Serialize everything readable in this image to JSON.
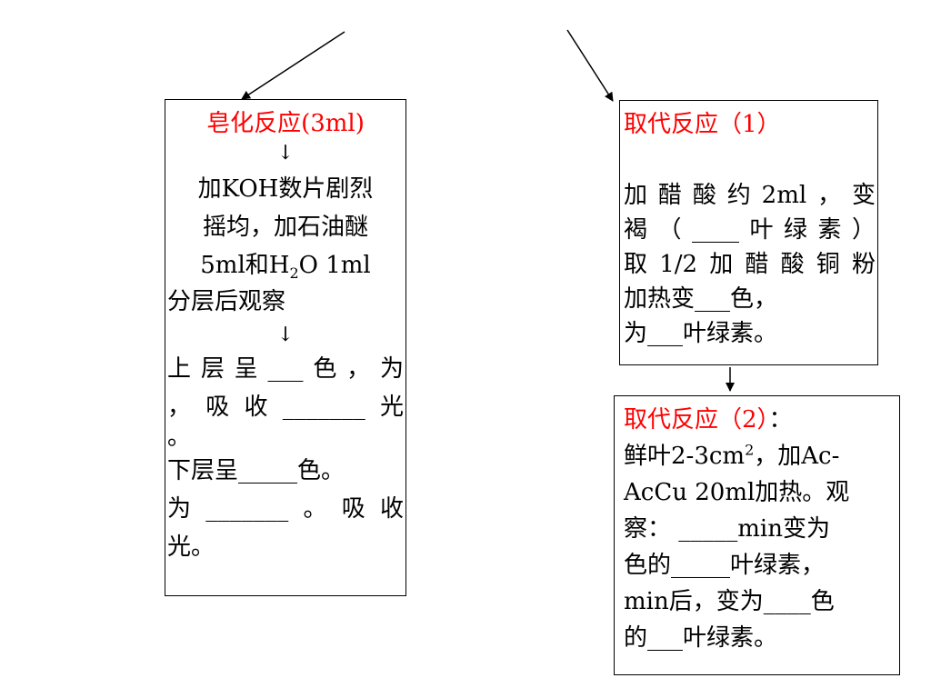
{
  "box_saponification": {
    "title": "皂化反应(3ml)",
    "arrow": "↓",
    "line1": "加KOH数片剧烈",
    "line2": "摇均，加石油醚",
    "line3_a": "5ml和H",
    "line3_sub": "2",
    "line3_b": "O 1ml",
    "line4": "分层后观察",
    "arrow2": "↓",
    "line5": "上层呈___色，为",
    "line6": "，吸收_______光",
    "line7": "。",
    "line8": "下层呈_____色。",
    "line9": "为_______。吸收",
    "line10": "光。"
  },
  "box_substitution_1": {
    "title": "取代反应（1）",
    "line1": "加醋酸约2ml，变",
    "line2": "褐（____叶绿素）",
    "line3": "取1/2加醋酸铜粉",
    "line4": "加热变___色，",
    "line5": "为___叶绿素。"
  },
  "arrow_between": "↓",
  "box_substitution_2": {
    "title": "取代反应（2）",
    "title_colon": "：",
    "line1_a": "鲜叶2-3cm",
    "line1_sup": "2",
    "line1_b": "，加Ac-",
    "line2": "AcCu 20ml加热。观",
    "line3": "察：  _____min变为",
    "line4": "色的_____叶绿素，",
    "line5": "min后，变为____色",
    "line6": "的___叶绿素。"
  },
  "colors": {
    "title_red": "#ff0000",
    "text": "#000000",
    "border": "#000000"
  }
}
